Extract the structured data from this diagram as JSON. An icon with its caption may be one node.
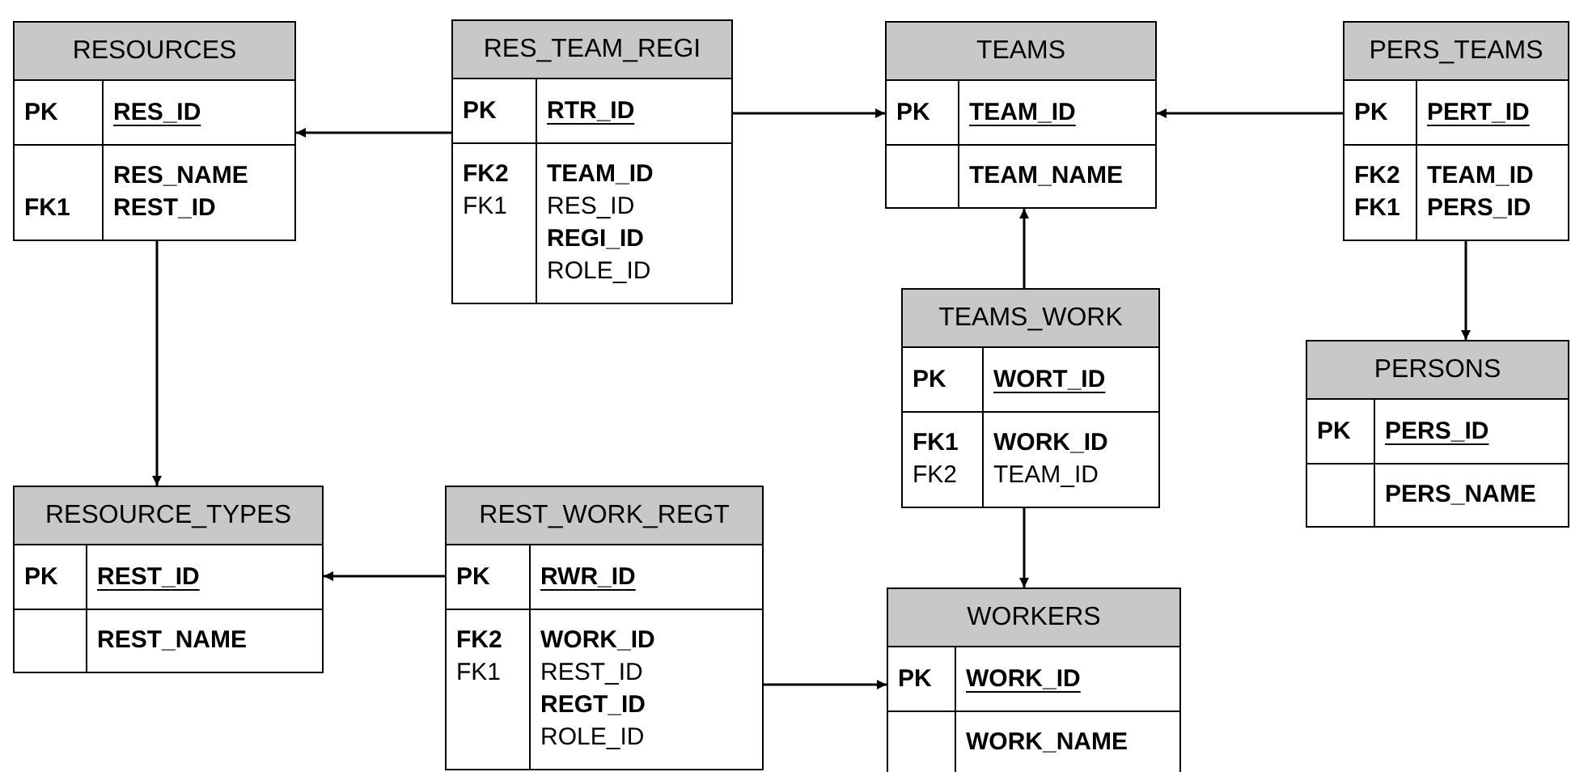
{
  "diagram": {
    "nodes": [
      {
        "text": [
          "RESOURCES",
          "PK",
          "RES_ID",
          "**FK1**",
          "**RES_NAME** **REST_ID**"
        ]
      },
      {
        "text": [
          "RES_TEAM_REGI",
          "PK",
          "RTR_ID",
          "**FK2** FK1",
          "**TEAM_ID** RES_ID **REGI_ID** ROLE_ID"
        ]
      },
      {
        "text": [
          "TEAMS",
          "PK",
          "TEAM_ID",
          "**TEAM_NAME**"
        ]
      },
      {
        "text": [
          "PERS_TEAMS",
          "PK",
          "PERT_ID",
          "**FK2** **FK1**",
          "**TEAM_ID** **PERS_ID**"
        ]
      },
      {
        "text": [
          "TEAMS_WORK",
          "PK",
          "WORT_ID",
          "**FK1** FK2",
          "**WORK_ID** TEAM_ID"
        ]
      },
      {
        "text": [
          "PERSONS",
          "PK",
          "PERS_ID",
          "**PERS_NAME**"
        ]
      },
      {
        "text": [
          "RESOURCE_TYPES",
          "PK",
          "REST_ID",
          "**REST_NAME**"
        ]
      },
      {
        "text": [
          "REST_WORK_REGT",
          "PK",
          "RWR_ID",
          "**FK2** FK1",
          "**WORK_ID** REST_ID **REGT_ID** ROLE_ID"
        ]
      },
      {
        "text": [
          "WORKERS",
          "PK",
          "WORK_ID",
          "**WORK_NAME**"
        ]
      }
    ],
    "edges": [
      {
        "from": 1,
        "to": 0,
        "arrow": "to"
      },
      {
        "from": 1,
        "to": 2,
        "arrow": "to"
      },
      {
        "from": 3,
        "to": 2,
        "arrow": "to"
      },
      {
        "from": 0,
        "to": 6,
        "arrow": "to"
      },
      {
        "from": 4,
        "to": 2,
        "arrow": "to"
      },
      {
        "from": 3,
        "to": 5,
        "arrow": "to"
      },
      {
        "from": 4,
        "to": 8,
        "arrow": "to"
      },
      {
        "from": 7,
        "to": 6,
        "arrow": "to"
      },
      {
        "from": 7,
        "to": 8,
        "arrow": "to"
      }
    ]
  }
}
